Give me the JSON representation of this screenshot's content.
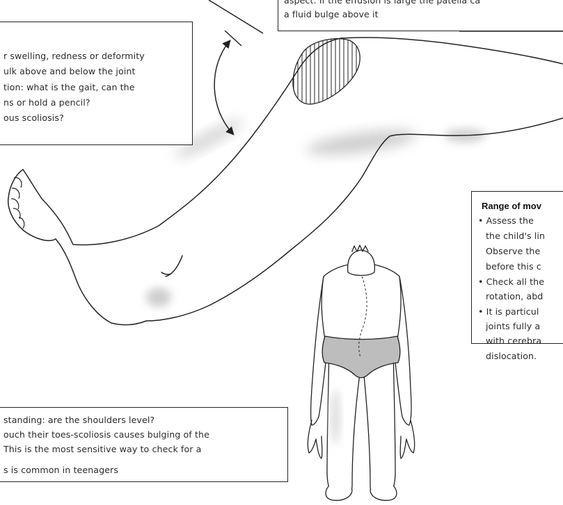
{
  "callouts": {
    "top_right": {
      "lines": [
        "aspect. If the effusion is large the patella ca",
        "a fluid bulge above it"
      ]
    },
    "top_left": {
      "lines": [
        "r swelling, redness or deformity",
        "ulk above and below the joint",
        "tion: what is the gait, can the",
        "ns or hold a pencil?",
        "ous scoliosis?"
      ]
    },
    "range_of_movement": {
      "heading": "Range of mov",
      "lines": [
        "• Assess the",
        "the child's lin",
        "Observe the",
        "before this c",
        "• Check all the",
        "rotation, abd",
        "• It is particul",
        "joints fully a",
        "with cerebra",
        "dislocation."
      ]
    },
    "bottom_left": {
      "lines": [
        "standing: are the shoulders level?",
        "ouch their toes-scoliosis causes bulging of the",
        "This is the most sensitive way to check for a",
        "",
        "s is common in teenagers"
      ]
    }
  },
  "colors": {
    "ink": "#222222",
    "shading": "#d9d9d9",
    "underwear": "#bdbdbd"
  }
}
